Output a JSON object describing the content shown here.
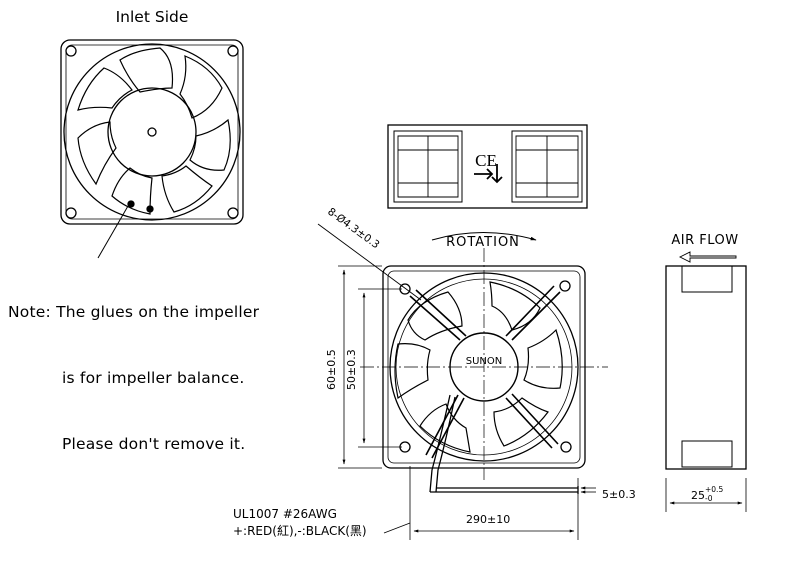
{
  "title": "Inlet Side",
  "note": {
    "prefix": "Note:",
    "line1": "The glues on the impeller",
    "line2": "is for impeller balance.",
    "line3": "Please don't remove it."
  },
  "ce_mark": "CE",
  "rotation_label": "ROTATION",
  "airflow_label": "AIR FLOW",
  "brand_label": "SUNON",
  "dimensions": {
    "holes": "8-Ø4.3±0.3",
    "outer": "60±0.5",
    "hole_spacing": "50±0.3",
    "strip": "5±0.3",
    "lead_length": "290±10",
    "thickness": "25",
    "thickness_tol_upper": "+0.5",
    "thickness_tol_lower": "-0"
  },
  "wire": {
    "spec": "UL1007  #26AWG",
    "colors": "+:RED(紅),-:BLACK(黑)"
  }
}
